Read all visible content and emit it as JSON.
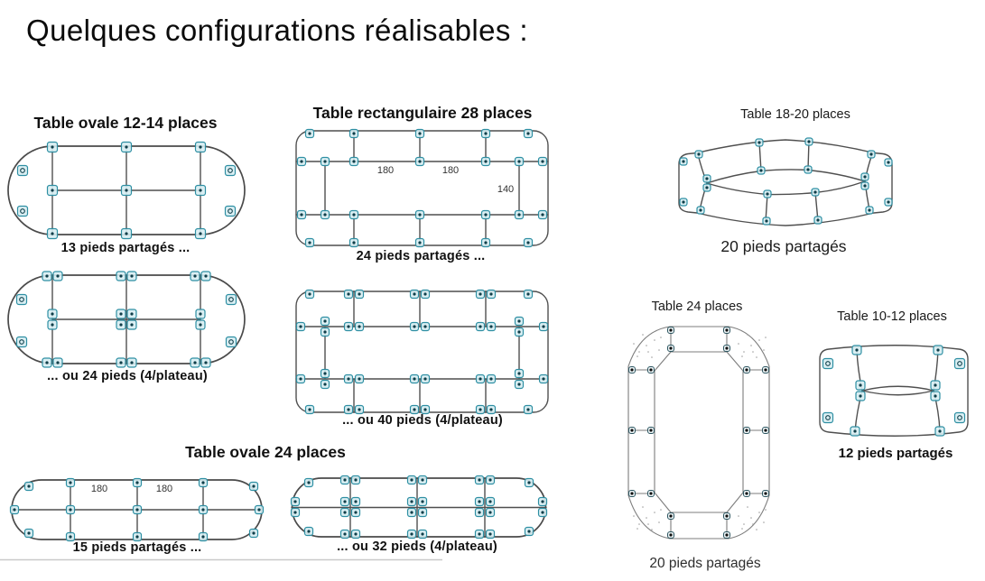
{
  "page": {
    "title": "Quelques configurations réalisables :"
  },
  "colors": {
    "leg_fill": "#d7edf2",
    "leg_border": "#2e8fa3",
    "leg_center": "#0e3e49",
    "outline": "#4a4a4a",
    "outline_light": "#7c7c7c"
  },
  "sections": {
    "oval_12_14": {
      "title": "Table ovale 12-14 places",
      "shared_caption": "13 pieds partagés ...",
      "individual_caption": "... ou 24 pieds (4/plateau)"
    },
    "rect_28": {
      "title": "Table rectangulaire 28 places",
      "dim_left": "180",
      "dim_right": "180",
      "dim_height": "140",
      "shared_caption": "24 pieds partagés ...",
      "individual_caption": "... ou 40 pieds (4/plateau)"
    },
    "curved_18_20": {
      "title": "Table 18-20 places",
      "caption": "20 pieds partagés"
    },
    "octagon_24": {
      "title": "Table 24 places",
      "caption": "20 pieds partagés"
    },
    "barrel_10_12": {
      "title": "Table 10-12 places",
      "caption": "12 pieds partagés"
    },
    "oval_24": {
      "title": "Table ovale 24 places",
      "dim_left": "180",
      "dim_right": "180",
      "shared_caption": "15 pieds partagés ...",
      "individual_caption": "... ou 32 pieds (4/plateau)"
    }
  }
}
